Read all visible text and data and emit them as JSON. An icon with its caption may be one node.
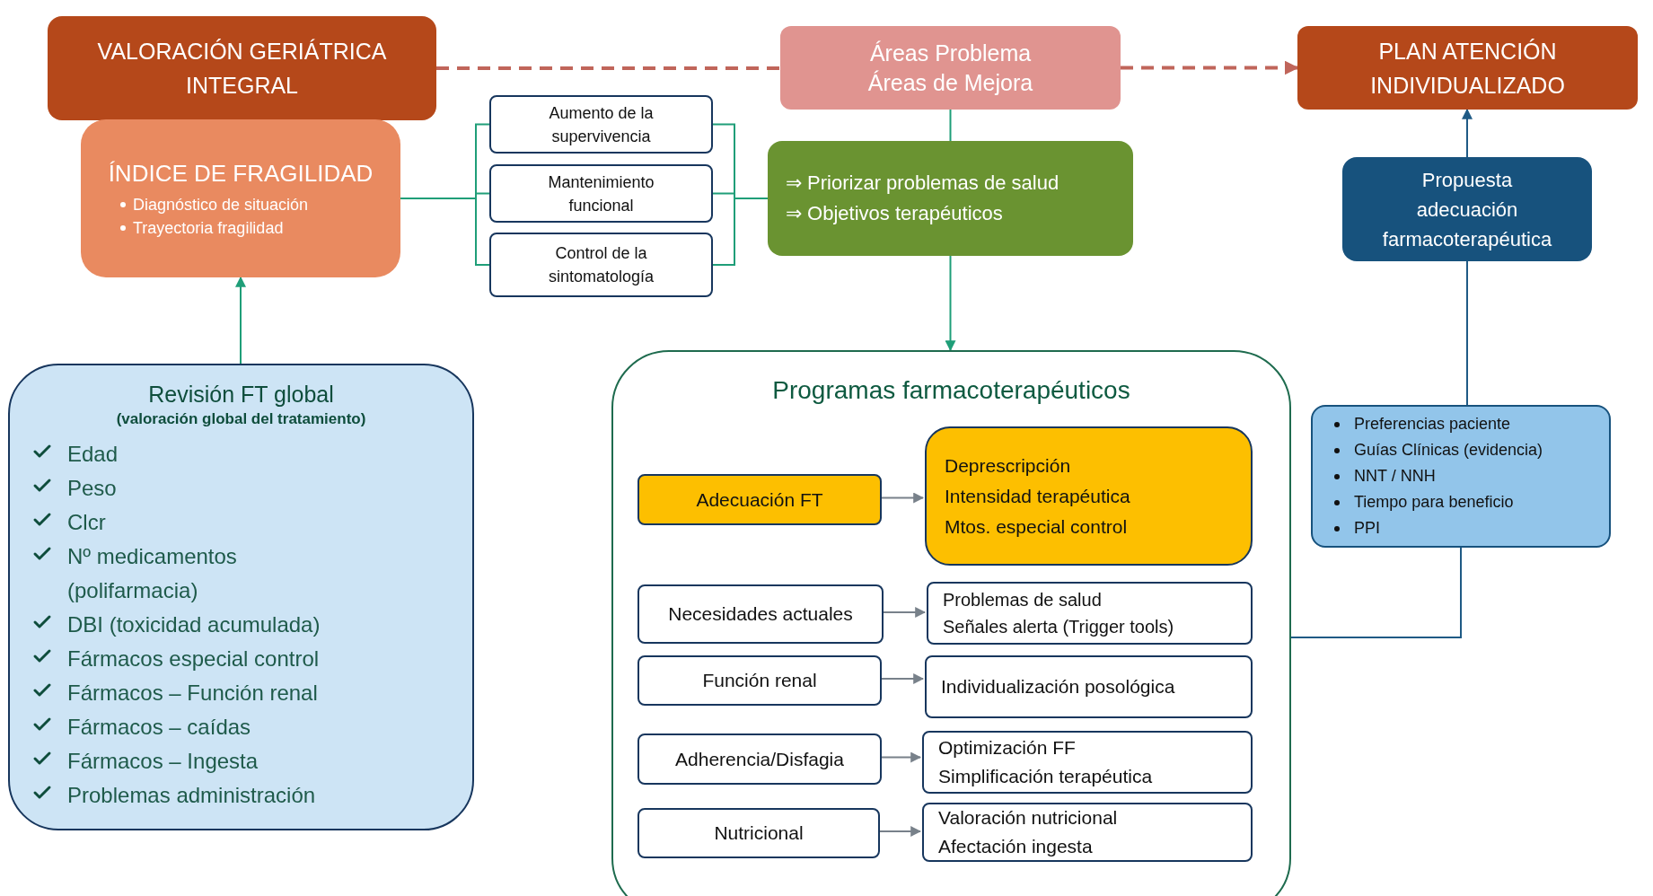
{
  "diagram": {
    "nodes": [
      {
        "text": [
          "VALORACIÓN GERIÁTRICA INTEGRAL"
        ]
      },
      {
        "text": [
          "Áreas Problema",
          "Áreas de Mejora"
        ]
      },
      {
        "text": [
          "PLAN ATENCIÓN INDIVIDUALIZADO"
        ]
      },
      {
        "text": [
          "ÍNDICE DE FRAGILIDAD",
          "Diagnóstico de situación",
          "Trayectoria fragilidad"
        ]
      },
      {
        "text": [
          "Aumento de la supervivencia"
        ]
      },
      {
        "text": [
          "Mantenimiento funcional"
        ]
      },
      {
        "text": [
          "Control de la sintomatología"
        ]
      },
      {
        "text": [
          "⇒ Priorizar problemas de salud",
          "⇒ Objetivos terapéuticos"
        ]
      },
      {
        "text": [
          "Propuesta adecuación farmacoterapéutica"
        ]
      },
      {
        "text": [
          "Revisión FT global",
          "(valoración global del tratamiento)",
          "Edad",
          "Peso",
          "Clcr",
          "Nº medicamentos (polifarmacia)",
          "DBI (toxicidad acumulada)",
          "Fármacos especial control",
          "Fármacos – Función renal",
          "Fármacos – caídas",
          "Fármacos – Ingesta",
          "Problemas administración"
        ]
      },
      {
        "text": [
          "Programas farmacoterapéuticos"
        ]
      },
      {
        "text": [
          "Adecuación FT"
        ],
        "in": 10
      },
      {
        "text": [
          "Deprescripción",
          "Intensidad terapéutica",
          "Mtos. especial control"
        ],
        "in": 10
      },
      {
        "text": [
          "Necesidades actuales"
        ],
        "in": 10
      },
      {
        "text": [
          "Problemas de salud",
          "Señales alerta (Trigger tools)"
        ],
        "in": 10
      },
      {
        "text": [
          "Función renal"
        ],
        "in": 10
      },
      {
        "text": [
          "Individualización posológica"
        ],
        "in": 10
      },
      {
        "text": [
          "Adherencia/Disfagia"
        ],
        "in": 10
      },
      {
        "text": [
          "Optimización FF",
          "Simplificación terapéutica"
        ],
        "in": 10
      },
      {
        "text": [
          "Nutricional"
        ],
        "in": 10
      },
      {
        "text": [
          "Valoración nutricional",
          "Afectación ingesta"
        ],
        "in": 10
      },
      {
        "text": [
          "Preferencias paciente",
          "Guías Clínicas (evidencia)",
          "NNT / NNH",
          "Tiempo para beneficio",
          "PPI"
        ]
      }
    ],
    "edges": [
      {
        "from": 0,
        "to": 1,
        "arrow": "none",
        "style": "dashed",
        "color": "#c0655a"
      },
      {
        "from": 1,
        "to": 2,
        "arrow": "to",
        "style": "dashed",
        "color": "#c0655a"
      },
      {
        "from": 1,
        "to": 7,
        "arrow": "none"
      },
      {
        "from": 7,
        "to": 10,
        "arrow": "to"
      },
      {
        "from": 9,
        "to": 3,
        "arrow": "to"
      },
      {
        "from": 3,
        "to": 4,
        "arrow": "none"
      },
      {
        "from": 3,
        "to": 5,
        "arrow": "none"
      },
      {
        "from": 3,
        "to": 6,
        "arrow": "none"
      },
      {
        "from": 4,
        "to": 7,
        "arrow": "none"
      },
      {
        "from": 5,
        "to": 7,
        "arrow": "none"
      },
      {
        "from": 6,
        "to": 7,
        "arrow": "none"
      },
      {
        "from": 11,
        "to": 12,
        "arrow": "to",
        "color": "#1f2d3d"
      },
      {
        "from": 13,
        "to": 14,
        "arrow": "to",
        "color": "#1f2d3d"
      },
      {
        "from": 15,
        "to": 16,
        "arrow": "to",
        "color": "#1f2d3d"
      },
      {
        "from": 17,
        "to": 18,
        "arrow": "to",
        "color": "#1f2d3d"
      },
      {
        "from": 19,
        "to": 20,
        "arrow": "to",
        "color": "#1f2d3d"
      },
      {
        "from": 10,
        "to": 21,
        "arrow": "none",
        "color": "#1f5a85"
      },
      {
        "from": 21,
        "to": 8,
        "arrow": "none",
        "color": "#1f5a85"
      },
      {
        "from": 8,
        "to": 2,
        "arrow": "to",
        "color": "#1f5a85"
      }
    ]
  }
}
